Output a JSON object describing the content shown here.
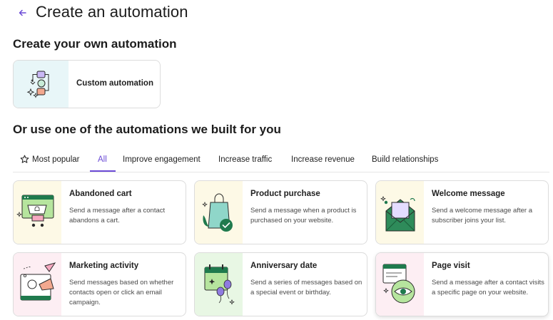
{
  "header": {
    "title": "Create an automation",
    "back_icon": "arrow-left-icon"
  },
  "section_own": {
    "heading": "Create your own automation"
  },
  "custom": {
    "label": "Custom automation",
    "icon": "workflow-icon"
  },
  "section_built": {
    "heading": "Or use one of the automations we built for you"
  },
  "tabs": [
    {
      "label": "Most popular",
      "icon": "star-icon"
    },
    {
      "label": "All",
      "active": true
    },
    {
      "label": "Improve engagement"
    },
    {
      "label": "Increase traffic"
    },
    {
      "label": "Increase revenue"
    },
    {
      "label": "Build relationships"
    }
  ],
  "cards": [
    {
      "title": "Abandoned cart",
      "desc": "Send a message after a contact abandons a cart.",
      "thumb_color": "#fdf9e6",
      "icon": "cart-icon"
    },
    {
      "title": "Product purchase",
      "desc": "Send a message when a product is purchased on your website.",
      "thumb_color": "#fdf9e6",
      "icon": "shopping-bag-icon"
    },
    {
      "title": "Welcome message",
      "desc": "Send a welcome message after a subscriber joins your list.",
      "thumb_color": "#fdf9e6",
      "icon": "envelope-icon"
    },
    {
      "title": "Marketing activity",
      "desc": "Send messages based on whether contacts open or click an email campaign.",
      "thumb_color": "#fdeef3",
      "icon": "megaphone-icon"
    },
    {
      "title": "Anniversary date",
      "desc": "Send a series of messages based on a special event or birthday.",
      "thumb_color": "#e8f7e4",
      "icon": "calendar-icon"
    },
    {
      "title": "Page visit",
      "desc": "Send a message after a contact visits a specific page on your website.",
      "thumb_color": "#fdeef3",
      "icon": "eye-icon"
    }
  ],
  "colors": {
    "accent": "#6b4bd6",
    "green": "#1f7a4d",
    "lime": "#b6e59e"
  }
}
